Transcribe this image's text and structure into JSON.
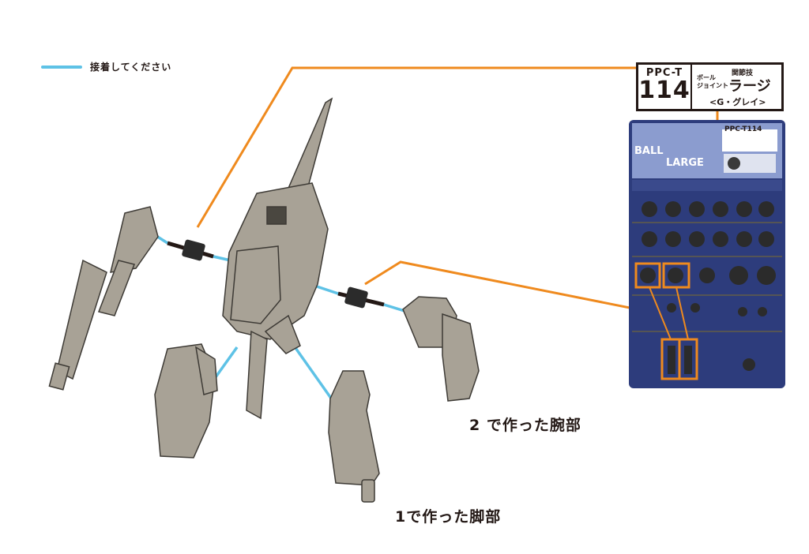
{
  "legend": {
    "label": "接着してください",
    "color": "#5ec2e6"
  },
  "callouts": {
    "arm": "2 で作った腕部",
    "leg": "1で作った脚部"
  },
  "product": {
    "code": "PPC-T",
    "number": "114",
    "category": "関節技",
    "name_small": "ボール\nジョイント",
    "name_main": "ラージ",
    "grade": "<G・グレイ>",
    "package_code": "PPC-T114"
  },
  "colors": {
    "leader": "#ef8a1e",
    "highlight": "#ef8a1e",
    "glue": "#5ec2e6",
    "part": "#a8a296"
  },
  "icons": [
    "ball-joint-icon",
    "robot-figure-icon",
    "arm-part-icon",
    "leg-part-icon"
  ]
}
